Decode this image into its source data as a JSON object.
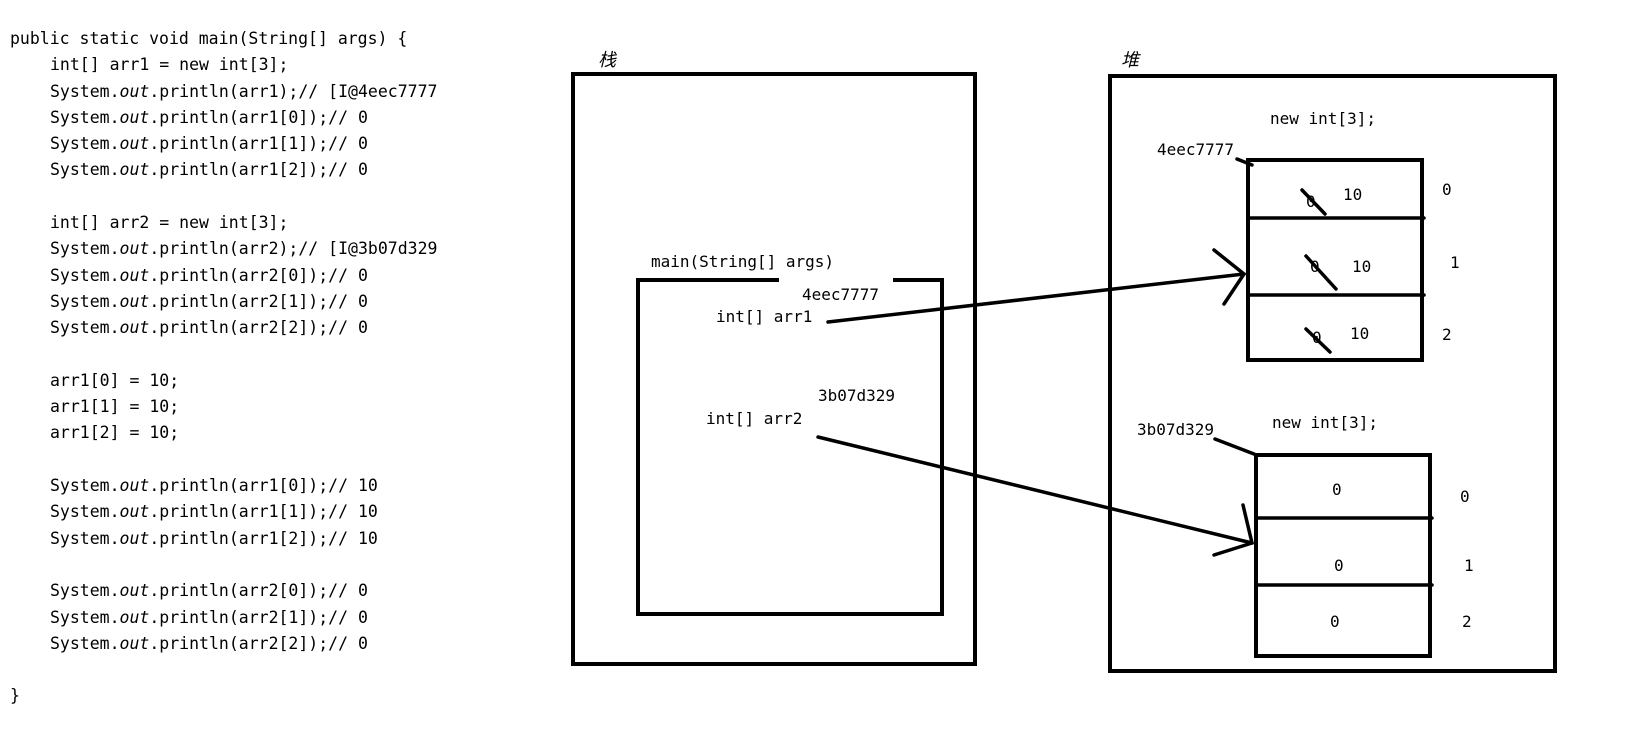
{
  "code": {
    "lines": [
      {
        "indent": false,
        "before": "public static void main(String[] args) {"
      },
      {
        "indent": true,
        "before": "int[] arr1 = new int[3];"
      },
      {
        "indent": true,
        "before": "System.",
        "italic": "out",
        "after": ".println(arr1);// [I@4eec7777"
      },
      {
        "indent": true,
        "before": "System.",
        "italic": "out",
        "after": ".println(arr1[0]);// 0"
      },
      {
        "indent": true,
        "before": "System.",
        "italic": "out",
        "after": ".println(arr1[1]);// 0"
      },
      {
        "indent": true,
        "before": "System.",
        "italic": "out",
        "after": ".println(arr1[2]);// 0"
      },
      {
        "indent": false,
        "before": ""
      },
      {
        "indent": true,
        "before": "int[] arr2 = new int[3];"
      },
      {
        "indent": true,
        "before": "System.",
        "italic": "out",
        "after": ".println(arr2);// [I@3b07d329"
      },
      {
        "indent": true,
        "before": "System.",
        "italic": "out",
        "after": ".println(arr2[0]);// 0"
      },
      {
        "indent": true,
        "before": "System.",
        "italic": "out",
        "after": ".println(arr2[1]);// 0"
      },
      {
        "indent": true,
        "before": "System.",
        "italic": "out",
        "after": ".println(arr2[2]);// 0"
      },
      {
        "indent": false,
        "before": ""
      },
      {
        "indent": true,
        "before": "arr1[0] = 10;"
      },
      {
        "indent": true,
        "before": "arr1[1] = 10;"
      },
      {
        "indent": true,
        "before": "arr1[2] = 10;"
      },
      {
        "indent": false,
        "before": ""
      },
      {
        "indent": true,
        "before": "System.",
        "italic": "out",
        "after": ".println(arr1[0]);// 10"
      },
      {
        "indent": true,
        "before": "System.",
        "italic": "out",
        "after": ".println(arr1[1]);// 10"
      },
      {
        "indent": true,
        "before": "System.",
        "italic": "out",
        "after": ".println(arr1[2]);// 10"
      },
      {
        "indent": false,
        "before": ""
      },
      {
        "indent": true,
        "before": "System.",
        "italic": "out",
        "after": ".println(arr2[0]);// 0"
      },
      {
        "indent": true,
        "before": "System.",
        "italic": "out",
        "after": ".println(arr2[1]);// 0"
      },
      {
        "indent": true,
        "before": "System.",
        "italic": "out",
        "after": ".println(arr2[2]);// 0"
      },
      {
        "indent": false,
        "before": ""
      },
      {
        "indent": false,
        "before": "}"
      }
    ]
  },
  "stack": {
    "label": "栈",
    "frame_label": "main(String[] args)",
    "var1": {
      "name": "int[] arr1",
      "address": "4eec7777"
    },
    "var2": {
      "name": "int[] arr2",
      "address": "3b07d329"
    }
  },
  "heap": {
    "label": "堆",
    "array1": {
      "title": "new int[3];",
      "address": "4eec7777",
      "old_values": [
        "0",
        "0",
        "0"
      ],
      "new_values": [
        "10",
        "10",
        "10"
      ],
      "indices": [
        "0",
        "1",
        "2"
      ]
    },
    "array2": {
      "title": "new int[3];",
      "address": "3b07d329",
      "values": [
        "0",
        "0",
        "0"
      ],
      "indices": [
        "0",
        "1",
        "2"
      ]
    }
  }
}
